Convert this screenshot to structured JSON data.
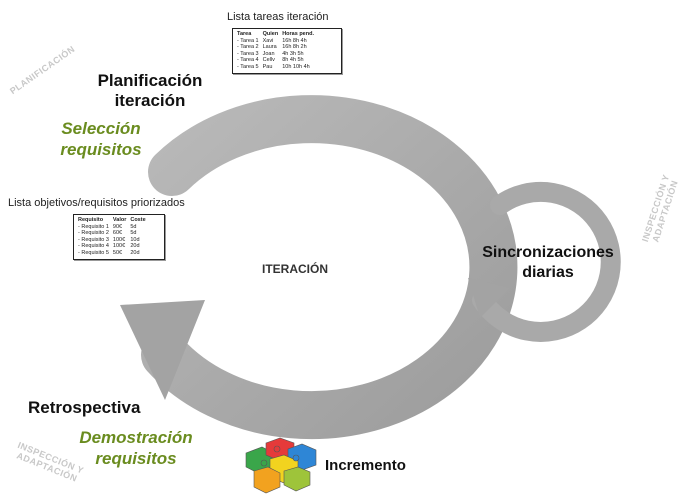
{
  "colors": {
    "arrow": "#a9a9a9",
    "accent_green": "#6a8c1f",
    "text": "#111111"
  },
  "center_label": "ITERACIÓN",
  "planning": {
    "title_line1": "Planificación",
    "title_line2": "iteración",
    "subtitle_line1": "Selección",
    "subtitle_line2": "requisitos"
  },
  "tasks_list": {
    "caption": "Lista tareas iteración",
    "headers": [
      "Tarea",
      "Quien",
      "Horas pend."
    ],
    "rows": [
      [
        "- Tarea 1",
        "Xavi",
        "16h  8h  4h"
      ],
      [
        "- Tarea 2",
        "Laura",
        "16h  8h  2h"
      ],
      [
        "- Tarea 3",
        "Joan",
        "4h  3h  5h"
      ],
      [
        "- Tarea 4",
        "Cellv",
        "8h  4h  5h"
      ],
      [
        "- Tarea 5",
        "Pau",
        "10h  10h  4h"
      ]
    ]
  },
  "requirements_list": {
    "caption": "Lista objetivos/requisitos priorizados",
    "headers": [
      "Requisito",
      "Valor",
      "Coste"
    ],
    "rows": [
      [
        "- Requisito 1",
        "90€",
        "5d"
      ],
      [
        "- Requisito 2",
        "60€",
        "5d"
      ],
      [
        "- Requisito 3",
        "100€",
        "10d"
      ],
      [
        "- Requisito 4",
        "100€",
        "20d"
      ],
      [
        "- Requisito 5",
        "50€",
        "20d"
      ]
    ]
  },
  "daily": {
    "line1": "Sincronizaciones",
    "line2": "diarias"
  },
  "retro": {
    "title": "Retrospectiva",
    "subtitle_line1": "Demostración",
    "subtitle_line2": "requisitos"
  },
  "increment": {
    "label": "Incremento"
  },
  "watermarks": {
    "planning": "PLANIFICACIÓN",
    "inspection_right_line1": "INSPECCIÓN Y",
    "inspection_right_line2": "ADAPTACIÓN",
    "inspection_left_line1": "INSPECCIÓN Y",
    "inspection_left_line2": "ADAPTACIÓN"
  }
}
